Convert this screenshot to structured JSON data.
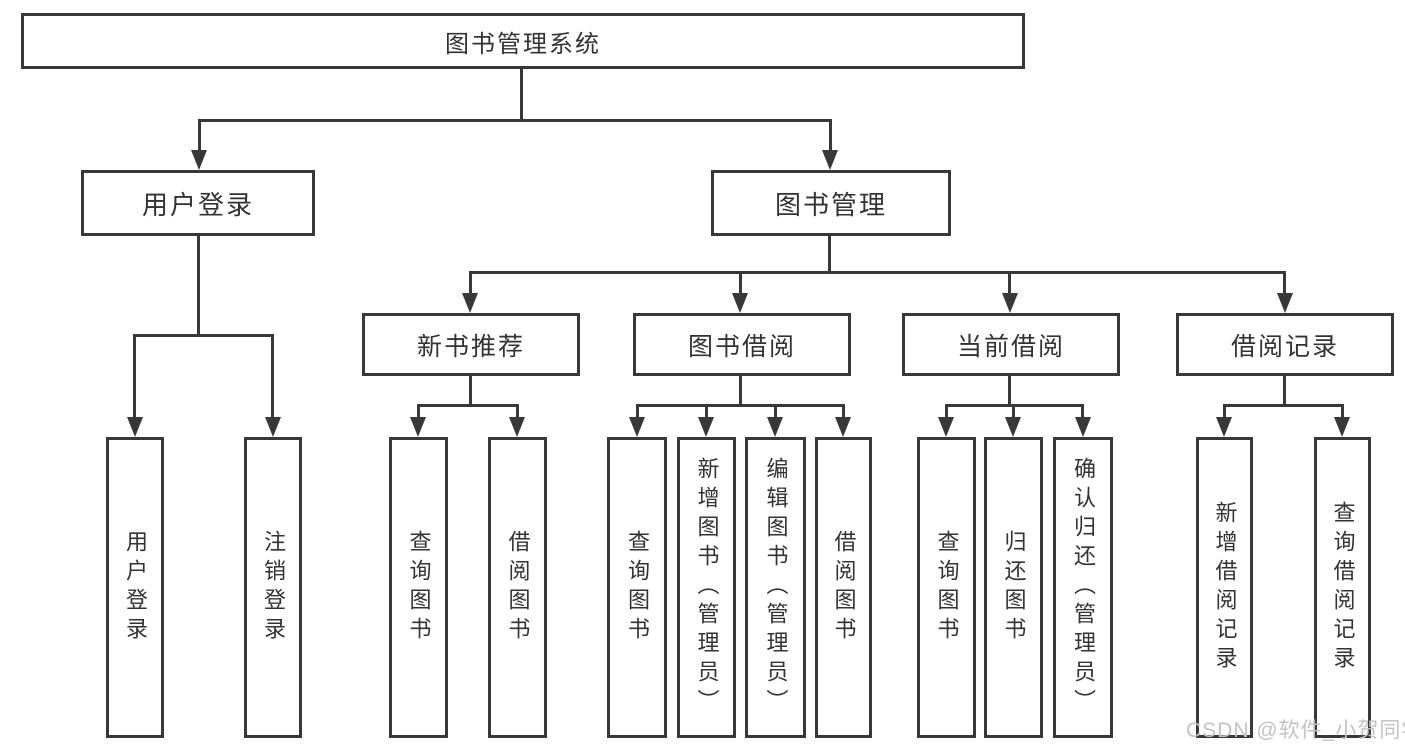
{
  "diagram": {
    "type": "tree",
    "title": "图书管理系统",
    "root": {
      "label": "图书管理系统",
      "children": [
        {
          "label": "用户登录",
          "children": [
            {
              "label": "用户登录"
            },
            {
              "label": "注销登录"
            }
          ]
        },
        {
          "label": "图书管理",
          "children": [
            {
              "label": "新书推荐",
              "children": [
                {
                  "label": "查询图书"
                },
                {
                  "label": "借阅图书"
                }
              ]
            },
            {
              "label": "图书借阅",
              "children": [
                {
                  "label": "查询图书"
                },
                {
                  "label": "新增图书（管理员）"
                },
                {
                  "label": "编辑图书（管理员）"
                },
                {
                  "label": "借阅图书"
                }
              ]
            },
            {
              "label": "当前借阅",
              "children": [
                {
                  "label": "查询图书"
                },
                {
                  "label": "归还图书"
                },
                {
                  "label": "确认归还（管理员）"
                }
              ]
            },
            {
              "label": "借阅记录",
              "children": [
                {
                  "label": "新增借阅记录"
                },
                {
                  "label": "查询借阅记录"
                }
              ]
            }
          ]
        }
      ]
    }
  },
  "watermark": "CSDN @软件_小贺同学",
  "colors": {
    "line": "#383838",
    "text": "#333333",
    "background": "#ffffff",
    "watermark": "#c3c3c3"
  }
}
